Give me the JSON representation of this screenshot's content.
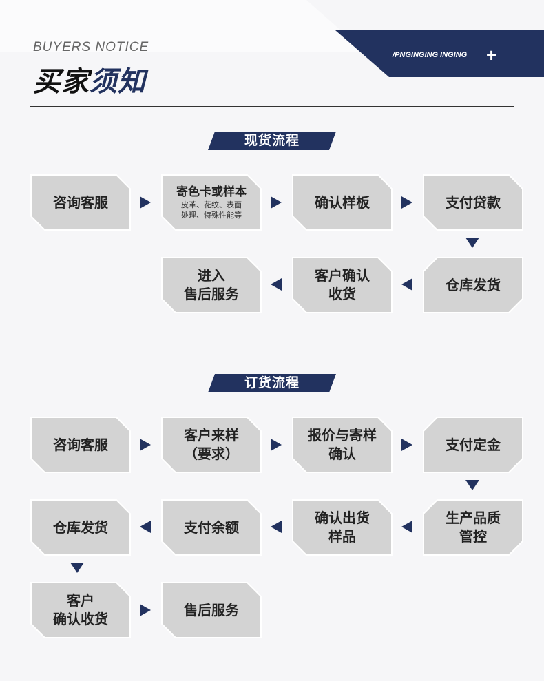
{
  "header": {
    "en_title": "BUYERS NOTICE",
    "zh_title_part1": "买家",
    "zh_title_part2": "须知",
    "corner_text": "/PNGINGING INGING",
    "corner_plus": "+"
  },
  "colors": {
    "navy": "#22325f",
    "box_fill": "#d3d3d3",
    "box_border": "#ffffff",
    "background": "#f6f6f8"
  },
  "section1": {
    "label": "现货流程",
    "steps": [
      {
        "title": "咨询客服"
      },
      {
        "title": "寄色卡或样本",
        "sub1": "皮革、花纹、表面",
        "sub2": "处理、特殊性能等"
      },
      {
        "title": "确认样板"
      },
      {
        "title": "支付贷款"
      },
      {
        "title": "仓库发货"
      },
      {
        "line1": "客户确认",
        "line2": "收货"
      },
      {
        "line1": "进入",
        "line2": "售后服务"
      }
    ]
  },
  "section2": {
    "label": "订货流程",
    "steps": [
      {
        "title": "咨询客服"
      },
      {
        "line1": "客户来样",
        "line2": "（要求）"
      },
      {
        "line1": "报价与寄样",
        "line2": "确认"
      },
      {
        "title": "支付定金"
      },
      {
        "line1": "生产品质",
        "line2": "管控"
      },
      {
        "line1": "确认出货",
        "line2": "样品"
      },
      {
        "title": "支付余额"
      },
      {
        "title": "仓库发货"
      },
      {
        "line1": "客户",
        "line2": "确认收货"
      },
      {
        "title": "售后服务"
      }
    ]
  }
}
